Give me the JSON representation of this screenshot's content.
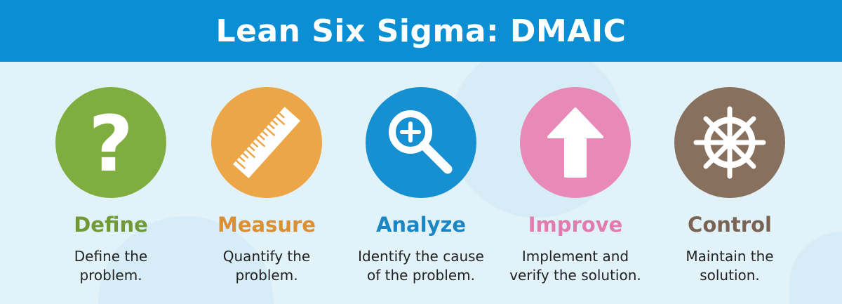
{
  "header": {
    "title": "Lean Six Sigma: DMAIC"
  },
  "steps": [
    {
      "title": "Define",
      "desc1": "Define the",
      "desc2": "problem.",
      "color": "#7fad40",
      "text_color": "#6f9a35",
      "icon": "question-mark-icon"
    },
    {
      "title": "Measure",
      "desc1": "Quantify the",
      "desc2": "problem.",
      "color": "#eda647",
      "text_color": "#d98f32",
      "icon": "ruler-icon"
    },
    {
      "title": "Analyze",
      "desc1": "Identify the cause",
      "desc2": "of the problem.",
      "color": "#1690d0",
      "text_color": "#1a86c4",
      "icon": "magnifier-icon"
    },
    {
      "title": "Improve",
      "desc1": "Implement and",
      "desc2": "verify the solution.",
      "color": "#e889b7",
      "text_color": "#e27bb0",
      "icon": "arrow-up-icon"
    },
    {
      "title": "Control",
      "desc1": "Maintain the",
      "desc2": "solution.",
      "color": "#88705f",
      "text_color": "#7a6352",
      "icon": "ship-wheel-icon"
    }
  ]
}
